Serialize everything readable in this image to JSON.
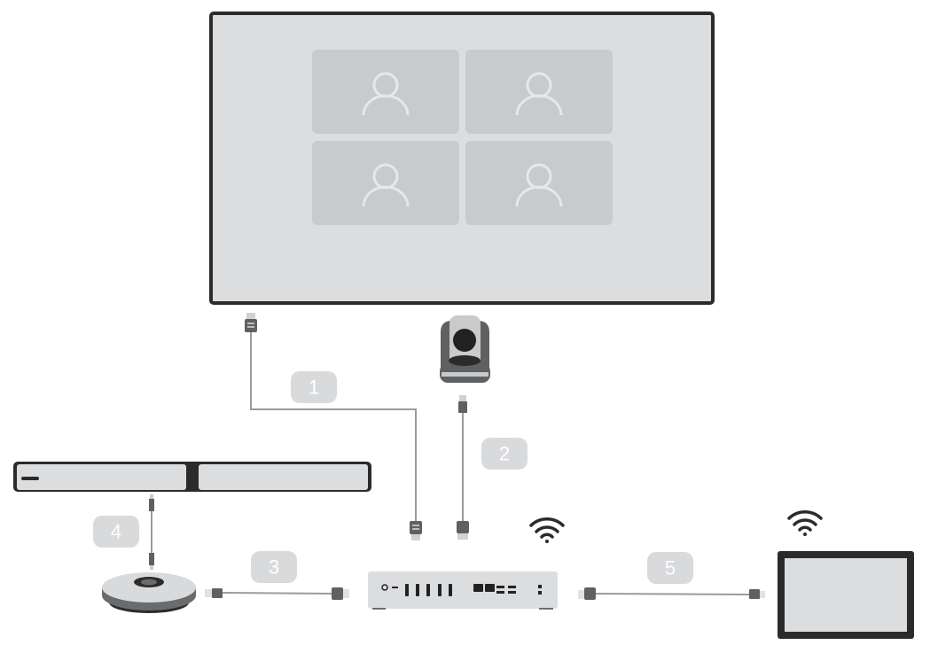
{
  "diagram": {
    "badges": [
      {
        "label": "1"
      },
      {
        "label": "2"
      },
      {
        "label": "3"
      },
      {
        "label": "4"
      },
      {
        "label": "5"
      }
    ],
    "colors": {
      "outline": "#2b2b2b",
      "panel": "#dcdddf",
      "tile": "#c9cacc",
      "badge": "#d9dadc",
      "connector": "#5f6062",
      "cable": "#9a9b9d"
    }
  }
}
